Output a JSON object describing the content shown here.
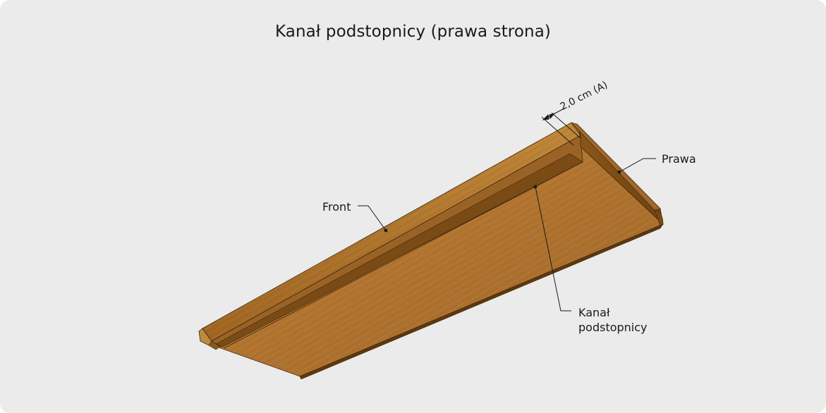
{
  "title": "Kanał podstopnicy (prawa strona)",
  "labels": {
    "front": "Front",
    "right": "Prawa",
    "groove_line1": "Kanał",
    "groove_line2": "podstopnicy"
  },
  "dimension": "2,0 cm (A)",
  "colors": {
    "background": "#ebebeb",
    "wood_top": "#b47a2f",
    "wood_side": "#8a5517",
    "wood_dark": "#6e4210",
    "line": "#1a1a1a"
  }
}
